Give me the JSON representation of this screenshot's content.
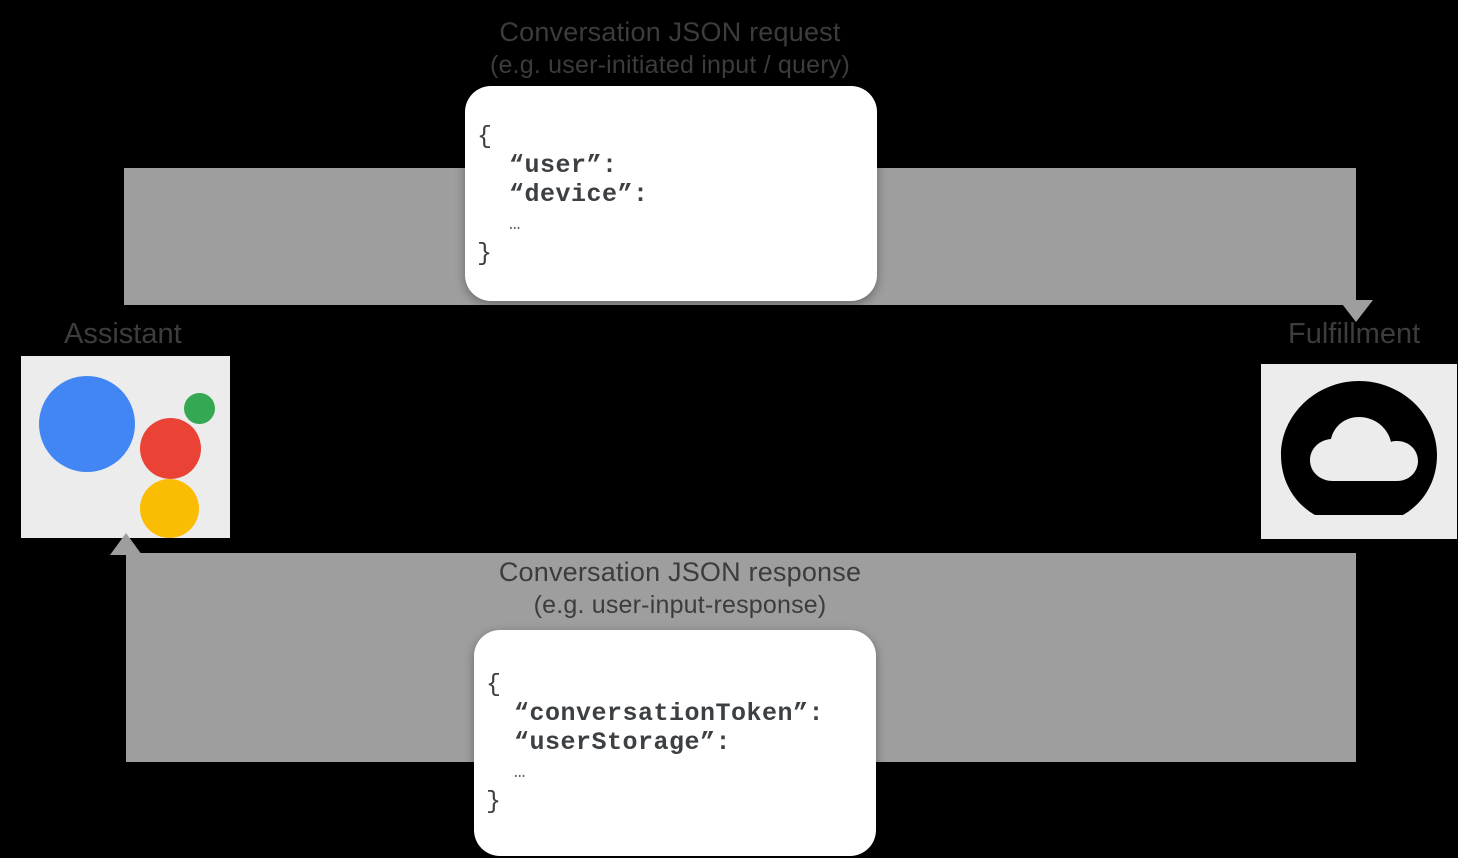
{
  "diagram": {
    "title": "Google Assistant conversation request/response flow",
    "background_color": "#000000",
    "band_color": "#9e9e9e",
    "tile_color": "#ececec"
  },
  "flows": {
    "request": {
      "label_line1": "Conversation JSON request",
      "label_line2": "(e.g. user-initiated input / query)",
      "direction": "assistant-to-fulfillment",
      "arrow_icon": "arrow-down-icon"
    },
    "response": {
      "label_line1": "Conversation JSON response",
      "label_line2": "(e.g. user-input-response)",
      "direction": "fulfillment-to-assistant",
      "arrow_icon": "arrow-up-icon"
    }
  },
  "json_request": {
    "line1": "{",
    "line2": "“user”:",
    "line3": "“device”:",
    "line4": "…",
    "line5": "}"
  },
  "json_response": {
    "line1": "{",
    "line2": "“conversationToken”:",
    "line3": "“userStorage”:",
    "line4": "…",
    "line5": "}"
  },
  "nodes": {
    "assistant": {
      "caption": "Assistant",
      "icon": "google-assistant-icon",
      "colors": {
        "blue": "#4285F4",
        "red": "#EA4335",
        "yellow": "#FBBC04",
        "green": "#34A853"
      }
    },
    "fulfillment": {
      "caption": "Fulfillment",
      "icon": "cloud-functions-icon",
      "colors": {
        "shape": "#000000",
        "cloud": "#ececec"
      }
    }
  }
}
